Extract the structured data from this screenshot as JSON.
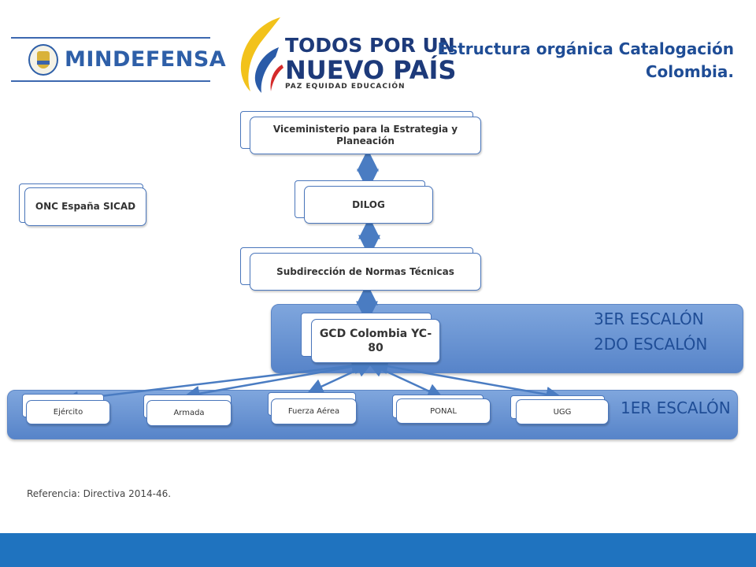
{
  "header": {
    "brand_name": "MINDEFENSA",
    "campaign": {
      "line1": "TODOS POR UN",
      "line2": "NUEVO PAÍS",
      "tagline": "PAZ  EQUIDAD  EDUCACIÓN"
    },
    "title_line1": "Estructura orgánica Catalogación",
    "title_line2": "Colombia."
  },
  "org": {
    "viceministerio": "Viceministerio para la Estrategia y Planeación",
    "dilog": "DILOG",
    "subdireccion": "Subdirección de Normas Técnicas",
    "gcd": "GCD Colombia YC-80",
    "onc": "ONC España SICAD",
    "levels": {
      "third": "3ER ESCALÓN",
      "second": "2DO ESCALÓN",
      "first": "1ER ESCALÓN"
    },
    "units": [
      "Ejército",
      "Armada",
      "Fuerza Aérea",
      "PONAL",
      "UGG"
    ]
  },
  "footer": {
    "reference": "Referencia: Directiva 2014-46."
  },
  "colors": {
    "accent": "#1f4d96",
    "band": "#6f98d6",
    "arrow": "#4a7cc2",
    "footer": "#1f73bf"
  }
}
